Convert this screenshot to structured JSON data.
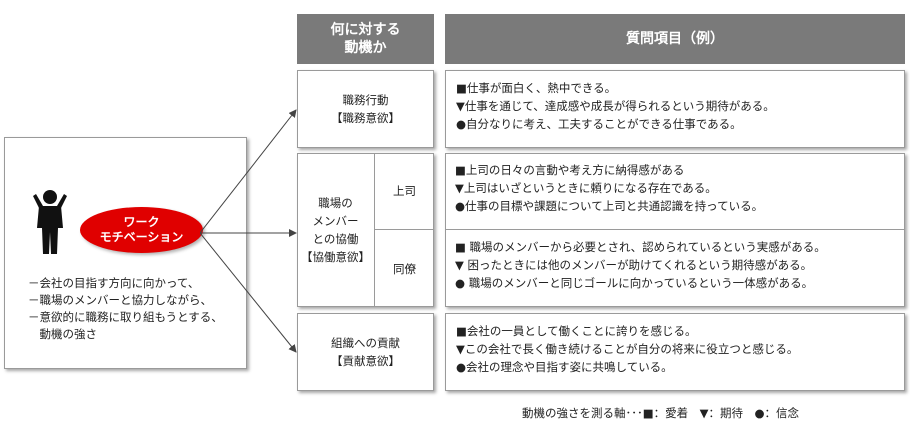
{
  "headers": {
    "target": "何に対する\n動機か",
    "questions": "質問項目（例）"
  },
  "left_panel": {
    "motivation_label": "ワーク\nモチベーション",
    "description_lines": [
      "－会社の目指す方向に向かって、",
      "－職場のメンバーと協力しながら、",
      "－意欲的に職務に取り組もうとする、",
      "　動機の強さ"
    ]
  },
  "rows": [
    {
      "category": "職務行動\n【職務意欲】",
      "questions": [
        "■仕事が面白く、熱中できる。",
        "▼仕事を通じて、達成感や成長が得られるという期待がある。",
        "●自分なりに考え、工夫することができる仕事である。"
      ]
    },
    {
      "category": "職場の\nメンバー\nとの協働\n【協働意欲】",
      "sub_rows": [
        {
          "label": "上司",
          "questions": [
            "■上司の日々の言動や考え方に納得感がある",
            "▼上司はいざというときに頼りになる存在である。",
            "●仕事の目標や課題について上司と共通認識を持っている。"
          ]
        },
        {
          "label": "同僚",
          "questions": [
            "■ 職場のメンバーから必要とされ、認められているという実感がある。",
            "▼ 困ったときには他のメンバーが助けてくれるという期待感がある。",
            "● 職場のメンバーと同じゴールに向かっているという一体感がある。"
          ]
        }
      ]
    },
    {
      "category": "組織への貢献\n【貢献意欲】",
      "questions": [
        "■会社の一員として働くことに誇りを感じる。",
        "▼この会社で長く働き続けることが自分の将来に役立つと感じる。",
        "●会社の理念や目指す姿に共鳴している。"
      ]
    }
  ],
  "legend": "動機の強さを測る軸･･･■：愛着　▼：期待　●：信念",
  "colors": {
    "header_bg": "#7a7a7a",
    "oval_fill": "#e00000",
    "figure": "#111111"
  },
  "icons": [
    "person-icon"
  ]
}
